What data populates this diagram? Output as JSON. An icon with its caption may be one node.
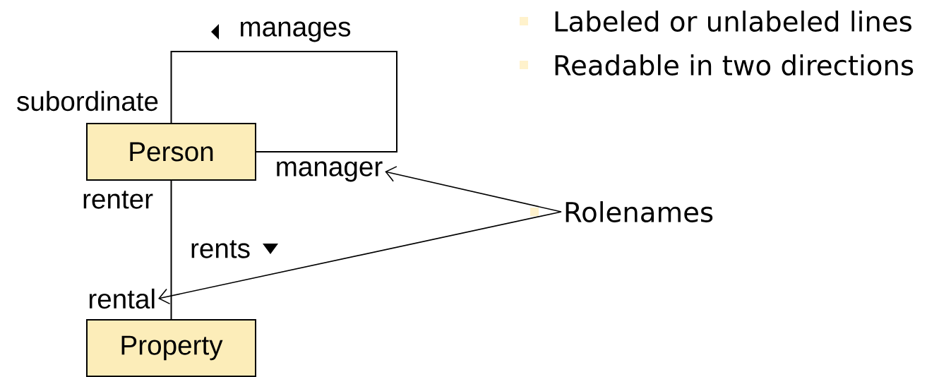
{
  "diagram": {
    "nodes": [
      {
        "text": [
          "Person"
        ]
      },
      {
        "text": [
          "Property"
        ]
      },
      {
        "text": [
          "manager"
        ]
      },
      {
        "text": [
          "rental"
        ]
      },
      {
        "text": [
          "Rolenames"
        ]
      }
    ],
    "edges": [
      {
        "from": 0,
        "to": 0,
        "arrow": "none",
        "label": "manages"
      },
      {
        "from": 0,
        "to": 1,
        "arrow": "none",
        "label": "rents"
      },
      {
        "from": 4,
        "to": 2,
        "arrow": "to"
      },
      {
        "from": 4,
        "to": 3,
        "arrow": "to"
      }
    ],
    "labels": [
      "subordinate",
      "renter",
      "Labeled or unlabeled lines",
      "Readable in two directions"
    ]
  }
}
